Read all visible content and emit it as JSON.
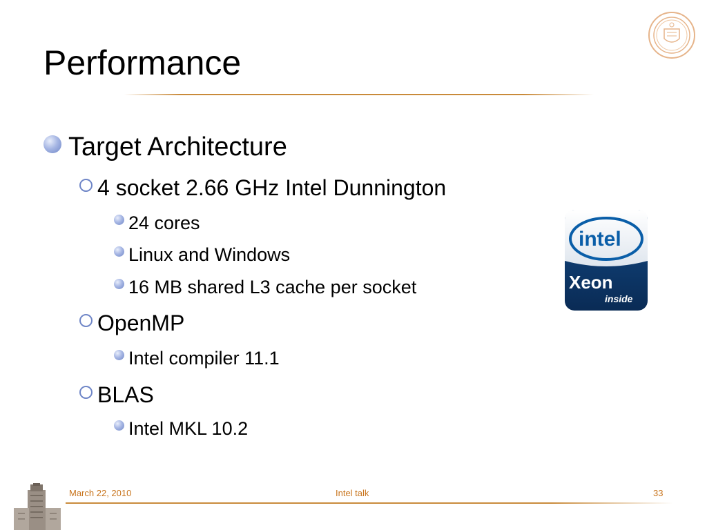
{
  "slide": {
    "title": "Performance",
    "bullets": [
      {
        "level": 1,
        "text": "Target Architecture"
      },
      {
        "level": 2,
        "text": "4 socket 2.66 GHz Intel Dunnington"
      },
      {
        "level": 3,
        "text": "24 cores"
      },
      {
        "level": 3,
        "text": "Linux and Windows"
      },
      {
        "level": 3,
        "text": "16 MB shared L3 cache per socket"
      },
      {
        "level": 2,
        "text": "OpenMP"
      },
      {
        "level": 3,
        "text": "Intel compiler 11.1"
      },
      {
        "level": 2,
        "text": "BLAS"
      },
      {
        "level": 3,
        "text": "Intel MKL 10.2"
      }
    ],
    "logo": {
      "brand": "intel",
      "product": "Xeon",
      "tagline": "inside",
      "colors": {
        "blue": "#0a5ea8",
        "dark": "#0b2f63",
        "white": "#ffffff"
      }
    }
  },
  "footer": {
    "date": "March 22, 2010",
    "center": "Intel talk",
    "page": "33"
  },
  "colors": {
    "accent": "#c98a3a",
    "footer_text": "#c8741c",
    "bullet": "#6f86c7"
  },
  "icons": {
    "seal": "university-seal-icon",
    "tower": "tower-icon"
  }
}
